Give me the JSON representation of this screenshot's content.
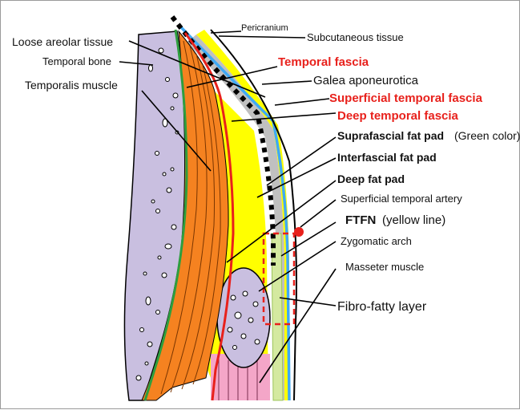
{
  "labels": {
    "pericranium": "Pericranium",
    "subcutaneous_tissue": "Subcutaneous tissue",
    "loose_areolar_tissue": "Loose areolar tissue",
    "temporal_bone": "Temporal bone",
    "temporal_fascia": "Temporal fascia",
    "temporalis_muscle": "Temporalis muscle",
    "galea_aponeurotica": "Galea aponeurotica",
    "superficial_temporal_fascia": "Superficial temporal fascia",
    "deep_temporal_fascia": "Deep temporal fascia",
    "suprafascial_fat_pad": "Suprafascial fat pad",
    "suprafascial_note": "(Green color)",
    "interfascial_fat_pad": "Interfascial fat pad",
    "deep_fat_pad": "Deep fat pad",
    "superficial_temporal_artery": "Superficial temporal artery",
    "ftfn": "FTFN",
    "ftfn_note": "(yellow line)",
    "zygomatic_arch": "Zygomatic arch",
    "masseter_muscle": "Masseter muscle",
    "fibro_fatty_layer": "Fibro-fatty layer"
  },
  "colors": {
    "bone": "#c9bfe0",
    "muscle": "#f58220",
    "fat": "#ffff00",
    "galea_gray": "#c0c0c0",
    "blue_line": "#3fa9f5",
    "green_line": "#2e9e3e",
    "red_fascia": "#e8211c",
    "masseter": "#f4a6c8",
    "artery": "#e8211c"
  }
}
